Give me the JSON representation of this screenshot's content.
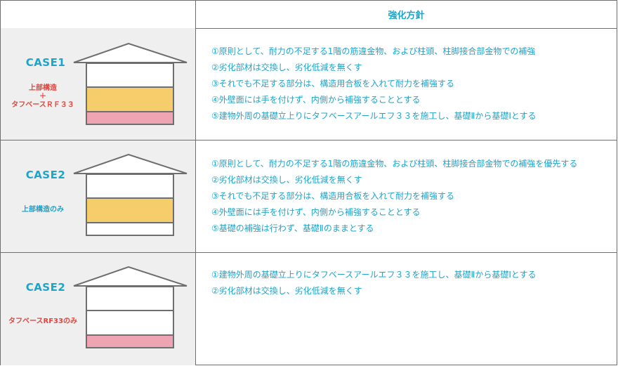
{
  "header": {
    "left": "",
    "right": "強化方針"
  },
  "colors": {
    "accent": "#1ea4c9",
    "sub_red": "#e2463e",
    "structure_yellow": "#f6cd6b",
    "foundation_pink": "#eea4b3",
    "left_bg": "#efefef",
    "border": "#6e6e6e"
  },
  "cases": [
    {
      "title": "CASE1",
      "subtitle_lines": [
        "上部構造",
        "＋",
        "タフベースＲＦ３３"
      ],
      "subtitle_color": "#e2463e",
      "house": {
        "upper": "white",
        "middle": "yellow",
        "foundation": "pink"
      },
      "strategies": [
        "①原則として、耐力の不足する1階の筋違金物、および柱頭、柱脚接合部金物での補強",
        "②劣化部材は交換し、劣化低減を無くす",
        "③それでも不足する部分は、構造用合板を入れて耐力を補強する",
        "④外壁面には手を付けず、内側から補強することとする",
        "⑤建物外周の基礎立上りにタフベースアールエフ３３を施工し、基礎Ⅱから基礎Ⅰとする"
      ]
    },
    {
      "title": "CASE2",
      "subtitle_lines": [
        "上部構造のみ"
      ],
      "subtitle_color": "#1ea4c9",
      "house": {
        "upper": "white",
        "middle": "yellow",
        "foundation": "white"
      },
      "strategies": [
        "①原則として、耐力の不足する1階の筋違金物、および柱頭、柱脚接合部金物での補強を優先する",
        "②劣化部材は交換し、劣化低減を無くす",
        "③それでも不足する部分は、構造用合板を入れて耐力を補強する",
        "④外壁面には手を付けず、内側から補強することとする",
        "⑤基礎の補強は行わず、基礎Ⅱのままとする"
      ]
    },
    {
      "title": "CASE2",
      "subtitle_lines": [
        "タフベースRF33のみ"
      ],
      "subtitle_color": "#e2463e",
      "house": {
        "upper": "white",
        "middle": "white",
        "foundation": "pink"
      },
      "strategies": [
        "①建物外周の基礎立上りにタフベースアールエフ３３を施工し、基礎Ⅱから基礎Ⅰとする",
        "②劣化部材は交換し、劣化低減を無くす"
      ]
    }
  ]
}
